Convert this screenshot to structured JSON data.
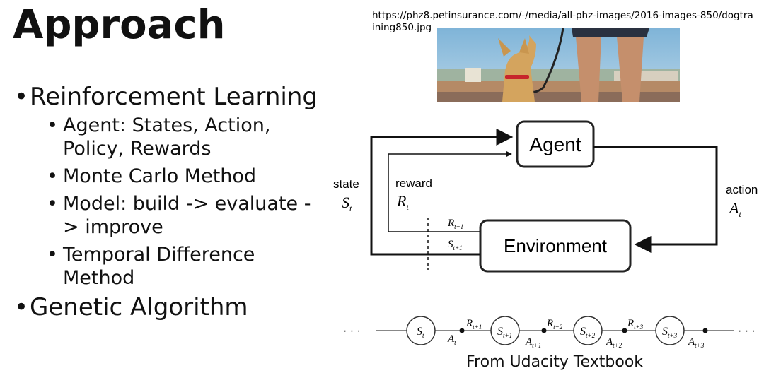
{
  "title": "Approach",
  "bullets": [
    {
      "text": "Reinforcement Learning"
    },
    {
      "text": "Genetic Algorithm"
    }
  ],
  "sub_bullets": [
    "Agent: States, Action, Policy, Rewards",
    "Monte Carlo Method",
    "Model: build -> evaluate -> improve",
    "Temporal Difference Method"
  ],
  "image_url": "https://phz8.petinsurance.com/-/media/all-phz-images/2016-images-850/dogtraining850.jpg",
  "diagram": {
    "agent_label": "Agent",
    "environment_label": "Environment",
    "state_label": "state",
    "state_symbol": "S",
    "state_sub": "t",
    "reward_label": "reward",
    "reward_symbol": "R",
    "reward_sub": "t",
    "action_label": "action",
    "action_symbol": "A",
    "action_sub": "t",
    "next_reward_symbol": "R",
    "next_reward_sub": "t+1",
    "next_state_symbol": "S",
    "next_state_sub": "t+1",
    "sequence": {
      "ellipsis": "· · ·",
      "states": [
        {
          "sym": "S",
          "sub": "t"
        },
        {
          "sym": "S",
          "sub": "t+1"
        },
        {
          "sym": "S",
          "sub": "t+2"
        },
        {
          "sym": "S",
          "sub": "t+3"
        }
      ],
      "actions": [
        {
          "sym": "A",
          "sub": "t"
        },
        {
          "sym": "A",
          "sub": "t+1"
        },
        {
          "sym": "A",
          "sub": "t+2"
        },
        {
          "sym": "A",
          "sub": "t+3"
        }
      ],
      "rewards": [
        {
          "sym": "R",
          "sub": "t+1"
        },
        {
          "sym": "R",
          "sub": "t+2"
        },
        {
          "sym": "R",
          "sub": "t+3"
        }
      ]
    }
  },
  "caption": "From Udacity Textbook"
}
